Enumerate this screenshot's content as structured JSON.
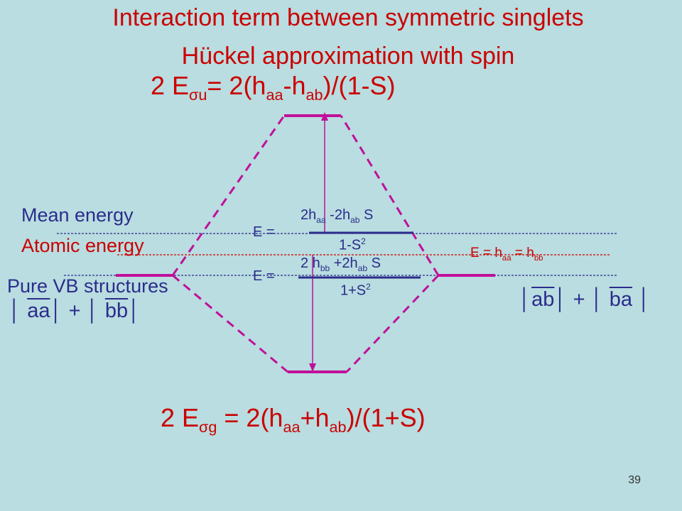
{
  "title": {
    "line1": "Interaction term between symmetric singlets",
    "line2": "Hückel approximation with spin"
  },
  "formulas": {
    "top": {
      "prefix": "2 E",
      "sub1": "σu",
      "mid": "= 2(h",
      "sub2": "aa",
      "mid2": "-h",
      "sub3": "ab",
      "end": ")/(1-S)"
    },
    "bottom": {
      "prefix": "2 E",
      "sub1": "σg",
      "mid": " = 2(h",
      "sub2": "aa",
      "mid2": "+h",
      "sub3": "ab",
      "end": ")/(1+S)"
    }
  },
  "labels": {
    "mean_energy": "Mean energy",
    "atomic_energy": "Atomic energy",
    "pure_vb": "Pure VB structures",
    "left_ket_aa": "aa",
    "left_ket_bb": "bb",
    "plus": "+",
    "right_ket_ab": "ab",
    "right_ket_ba": "ba",
    "bar": "│"
  },
  "fractions": {
    "mean": {
      "lhs": "E =",
      "num_a": "2h",
      "num_a_sub": "aa",
      "num_b": " -2h",
      "num_b_sub": "ab",
      "num_c": " S",
      "den": "1-S",
      "den_sup": "2"
    },
    "atomic": {
      "lhs": "E =",
      "num_a": "2 h",
      "num_a_sub": "bb",
      "num_b": " +2h",
      "num_b_sub": "ab",
      "num_c": " S",
      "den": "1+S",
      "den_sup": "2"
    },
    "right": {
      "lhs": "E =",
      "a": "  h",
      "a_sub": "aa",
      "b": " = h",
      "b_sub": "bb"
    }
  },
  "page_number": "39",
  "colors": {
    "background": "#b9dde0",
    "accent": "#cc0000",
    "text_blue": "#2c2c8c",
    "level": "#c0109a"
  }
}
